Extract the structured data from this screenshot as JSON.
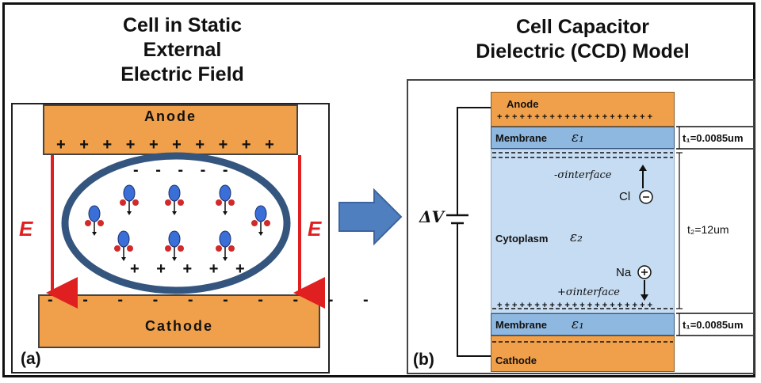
{
  "left": {
    "title": "Cell in Static\nExternal\nElectric Field",
    "anode_label": "Anode",
    "cathode_label": "Cathode",
    "anode_signs": "+ + + + + + + + + +",
    "cathode_signs": "- - - - - - - - - -",
    "cell_top_signs": "- - - - -",
    "cell_bottom_signs": "+ + + + +",
    "field_label": "E",
    "panel_tag": "(a)"
  },
  "right": {
    "title": "Cell Capacitor\nDielectric (CCD) Model",
    "anode_label": "Anode",
    "cathode_label": "Cathode",
    "membrane_label": "Membrane",
    "cytoplasm_label": "Cytoplasm",
    "epsilon1": "ε₁",
    "epsilon2": "ε₂",
    "voltage_label": "ΔV",
    "sigma_neg": "-σinterface",
    "sigma_pos": "+σinterface",
    "cl_label": "Cl",
    "na_label": "Na",
    "t1_top": "t₁=0.0085um",
    "t2": "t₂=12um",
    "t1_bottom": "t₁=0.0085um",
    "plus_row": "+ + + + + + + + + + + + + + + + + + + + +",
    "panel_tag": "(b)"
  },
  "colors": {
    "plate": "#f0a04a",
    "membrane": "#8fb8e0",
    "cytoplasm": "#c6dcf2",
    "cell_outline": "#34557e",
    "field_arrow": "#e02020",
    "ion_blue": "#3a6fd8",
    "ion_red": "#d02a2a",
    "transition_arrow": "#4f7fbf"
  }
}
